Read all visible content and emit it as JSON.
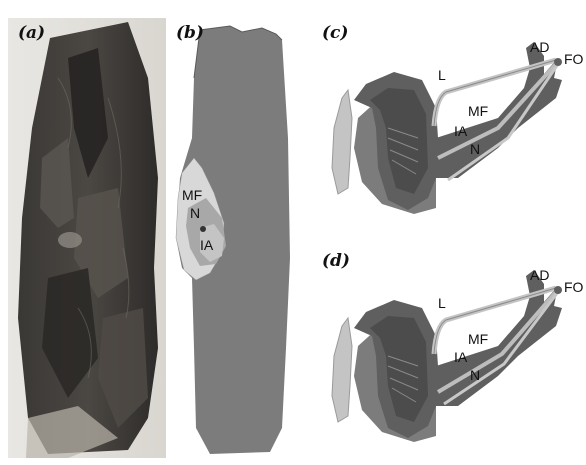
{
  "panels": [
    {
      "id": "a",
      "label": "(a)"
    },
    {
      "id": "b",
      "label": "(b)",
      "structures": {
        "mf": "MF",
        "n": "N",
        "ia": "IA"
      }
    },
    {
      "id": "c",
      "label": "(c)",
      "structures": {
        "ad": "AD",
        "fo": "FO",
        "l": "L",
        "mf": "MF",
        "ia": "IA",
        "n": "N"
      }
    },
    {
      "id": "d",
      "label": "(d)",
      "structures": {
        "ad": "AD",
        "fo": "FO",
        "l": "L",
        "mf": "MF",
        "ia": "IA",
        "n": "N"
      }
    }
  ],
  "colors": {
    "bone_dark": "#5f5f5f",
    "bone_mid": "#7c7c7c",
    "bone_light": "#a8a8a8",
    "canal_light": "#d8d8d8",
    "nerve": "#c4c4c4",
    "background": "#ffffff"
  }
}
